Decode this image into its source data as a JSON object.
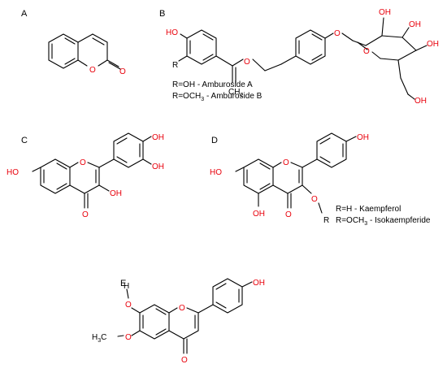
{
  "colors": {
    "oxygen": "#e8000b",
    "carbon": "#000000"
  },
  "panels": {
    "a": {
      "letter": "A"
    },
    "b": {
      "letter": "B",
      "atoms": {
        "oh_phenol": "HO",
        "r": "R",
        "ring_o": "O",
        "glyco_o": "O",
        "ch2": "CH",
        "ch2_sub": "2",
        "oh1": "OH",
        "oh2": "OH",
        "oh3": "OH",
        "oh4": "OH"
      },
      "legend": {
        "line1": "R=OH - Amburoside A",
        "line2_pre": "R=OCH",
        "line2_sub": "3",
        "line2_post": " - Amburoside B"
      }
    },
    "c": {
      "letter": "C",
      "atoms": {
        "ho": "HO",
        "oh_top": "OH",
        "oh_side": "OH",
        "oh_3": "OH",
        "carbonyl": "O",
        "ring_o": "O"
      }
    },
    "d": {
      "letter": "D",
      "atoms": {
        "ho": "HO",
        "oh_b": "OH",
        "oh_5": "OH",
        "carbonyl": "O",
        "ring_o": "O",
        "ether_o": "O",
        "r": "R"
      },
      "legend": {
        "line1": "R=H - Kaempferol",
        "line2_pre": "R=OCH",
        "line2_sub": "3",
        "line2_post": " - Isokaempferide"
      }
    },
    "e": {
      "letter": "E",
      "atoms": {
        "h": "H",
        "o7": "O",
        "h3c": "H",
        "h3c_sub": "3",
        "h3c_c": "C",
        "o6": "O",
        "carbonyl": "O",
        "ring_o": "O",
        "oh_b": "OH"
      }
    }
  }
}
